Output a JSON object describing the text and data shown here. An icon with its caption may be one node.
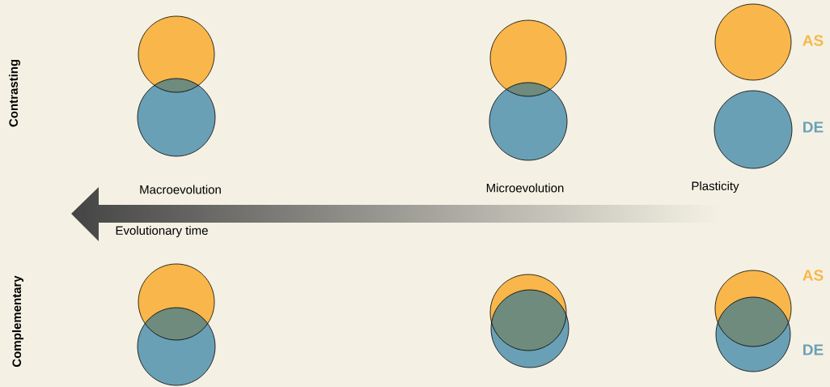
{
  "diagram": {
    "labels": [
      "Contrasting",
      "Complementary",
      "Macroevolution",
      "Microevolution",
      "Plasticity",
      "Evolutionary time",
      "AS",
      "DE",
      "AS",
      "DE"
    ]
  }
}
